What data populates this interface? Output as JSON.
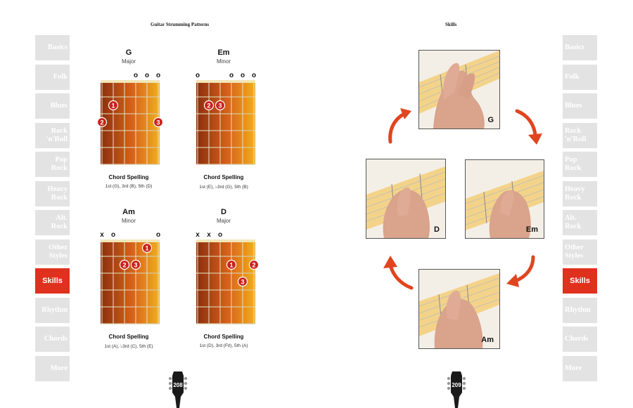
{
  "left_page": {
    "running_head": "Guitar Strumming Patterns",
    "page_number": "208",
    "chords": [
      {
        "name": "G",
        "quality": "Major",
        "markers": [
          "",
          "",
          "",
          "o",
          "o",
          "o"
        ],
        "fingers": [
          {
            "finger": "1",
            "string": 5,
            "fret": 2
          },
          {
            "finger": "2",
            "string": 6,
            "fret": 3
          },
          {
            "finger": "3",
            "string": 1,
            "fret": 3
          }
        ],
        "spelling_title": "Chord Spelling",
        "spelling": "1st (G), 3rd (B), 5th (D)"
      },
      {
        "name": "Em",
        "quality": "Minor",
        "markers": [
          "o",
          "",
          "",
          "o",
          "o",
          "o"
        ],
        "fingers": [
          {
            "finger": "2",
            "string": 5,
            "fret": 2
          },
          {
            "finger": "3",
            "string": 4,
            "fret": 2
          }
        ],
        "spelling_title": "Chord Spelling",
        "spelling": "1st (E), ♭3rd (G), 5th (B)"
      },
      {
        "name": "Am",
        "quality": "Minor",
        "markers": [
          "x",
          "o",
          "",
          "",
          "",
          "o"
        ],
        "fingers": [
          {
            "finger": "1",
            "string": 2,
            "fret": 1
          },
          {
            "finger": "2",
            "string": 4,
            "fret": 2
          },
          {
            "finger": "3",
            "string": 3,
            "fret": 2
          }
        ],
        "spelling_title": "Chord Spelling",
        "spelling": "1st (A), ♭3rd (C), 5th (E)"
      },
      {
        "name": "D",
        "quality": "Major",
        "markers": [
          "x",
          "x",
          "o",
          "",
          "",
          ""
        ],
        "fingers": [
          {
            "finger": "1",
            "string": 3,
            "fret": 2
          },
          {
            "finger": "2",
            "string": 1,
            "fret": 2
          },
          {
            "finger": "3",
            "string": 2,
            "fret": 3
          }
        ],
        "spelling_title": "Chord Spelling",
        "spelling": "1st (D), 3rd (F♯), 5th (A)"
      }
    ]
  },
  "right_page": {
    "running_head": "Skills",
    "page_number": "209",
    "photos": [
      {
        "label": "G"
      },
      {
        "label": "D"
      },
      {
        "label": "Em"
      },
      {
        "label": "Am"
      }
    ]
  },
  "tabs": [
    "Basics",
    "Folk",
    "Blues",
    "Rock\n'n'Roll",
    "Pop\nRock",
    "Heavy\nRock",
    "Alt.\nRock",
    "Other\nStyles",
    "Skills",
    "Rhythm",
    "Chords",
    "More"
  ],
  "active_tab": "Skills",
  "colors": {
    "tab_inactive": "#e3e3e3",
    "tab_active": "#e0301e",
    "arrow": "#e0451f",
    "finger_dot": "#c9221b",
    "fretboard_dark": "#8a2e0e",
    "fretboard_light": "#f0b020"
  }
}
